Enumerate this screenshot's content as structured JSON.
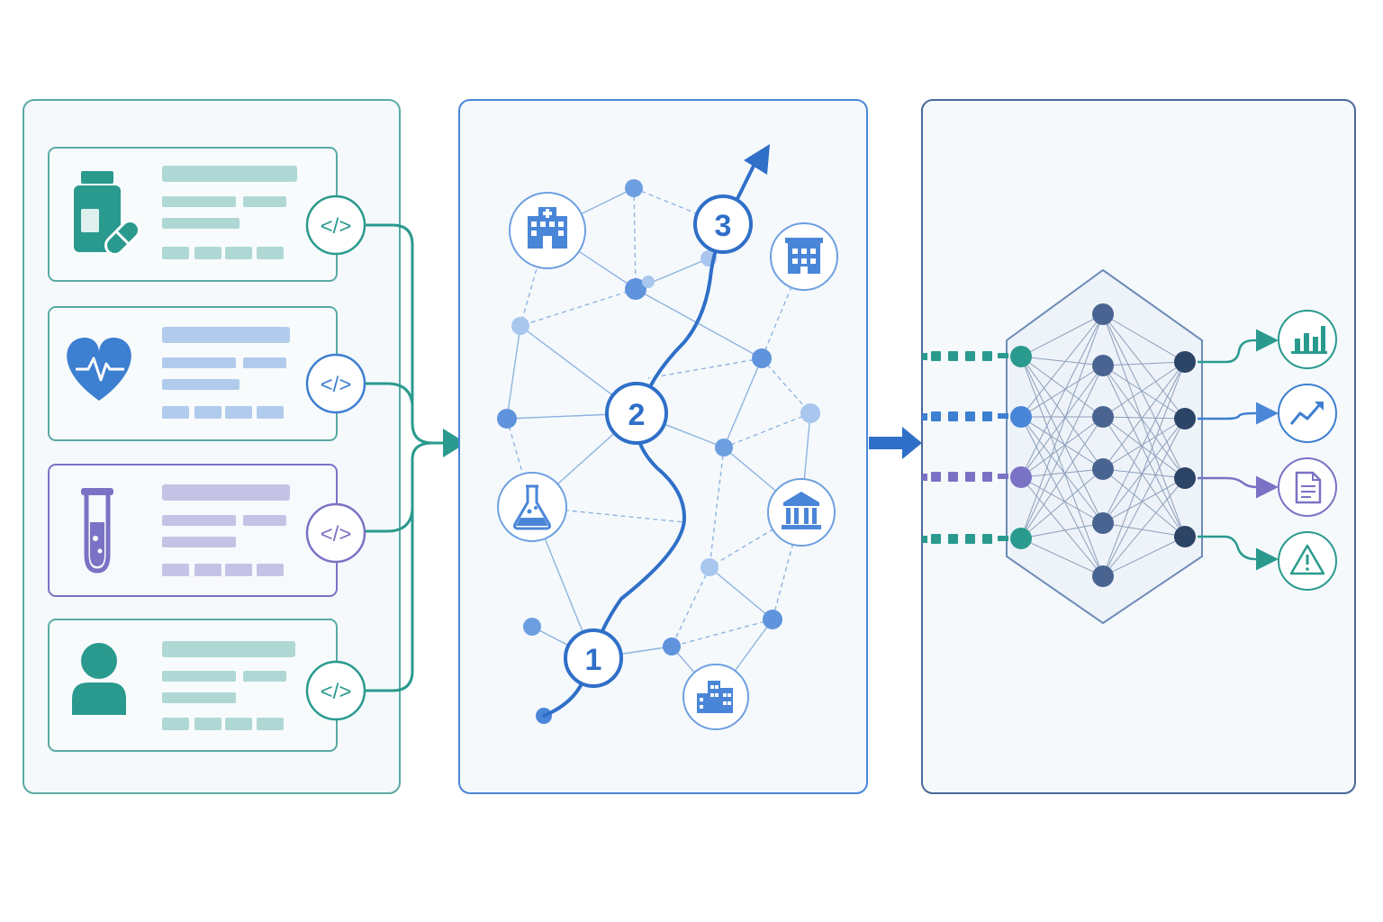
{
  "colors": {
    "teal": "#2a9a8e",
    "blue": "#4a86d8",
    "purple": "#7a72c4",
    "navy": "#2c4466",
    "path_blue": "#2f6fc8",
    "panel_fill": "#f5f9fc",
    "panel1_border": "#5aa9a4",
    "panel2_border": "#4a86d8",
    "panel3_border": "#4a6898"
  },
  "panels": [
    {
      "name": "data-sources-panel"
    },
    {
      "name": "knowledge-graph-panel"
    },
    {
      "name": "neural-network-panel"
    }
  ],
  "source_cards": [
    {
      "icon": "medication-icon",
      "color": "teal",
      "connector_icon": "code-icon"
    },
    {
      "icon": "heart-rate-icon",
      "color": "blue",
      "connector_icon": "code-icon"
    },
    {
      "icon": "test-tube-icon",
      "color": "purple",
      "connector_icon": "code-icon"
    },
    {
      "icon": "patient-icon",
      "color": "teal",
      "connector_icon": "code-icon"
    }
  ],
  "graph": {
    "entity_icons": [
      "hospital-icon",
      "building-icon",
      "laboratory-icon",
      "institution-icon",
      "city-icon"
    ],
    "path_steps": [
      "1",
      "2",
      "3"
    ]
  },
  "network": {
    "layers": [
      4,
      6,
      4
    ],
    "input_colors": [
      "teal",
      "blue",
      "purple",
      "teal"
    ],
    "outputs": [
      {
        "icon": "bar-chart-icon",
        "color": "teal"
      },
      {
        "icon": "trend-chart-icon",
        "color": "blue"
      },
      {
        "icon": "document-icon",
        "color": "purple"
      },
      {
        "icon": "warning-icon",
        "color": "teal"
      }
    ]
  }
}
